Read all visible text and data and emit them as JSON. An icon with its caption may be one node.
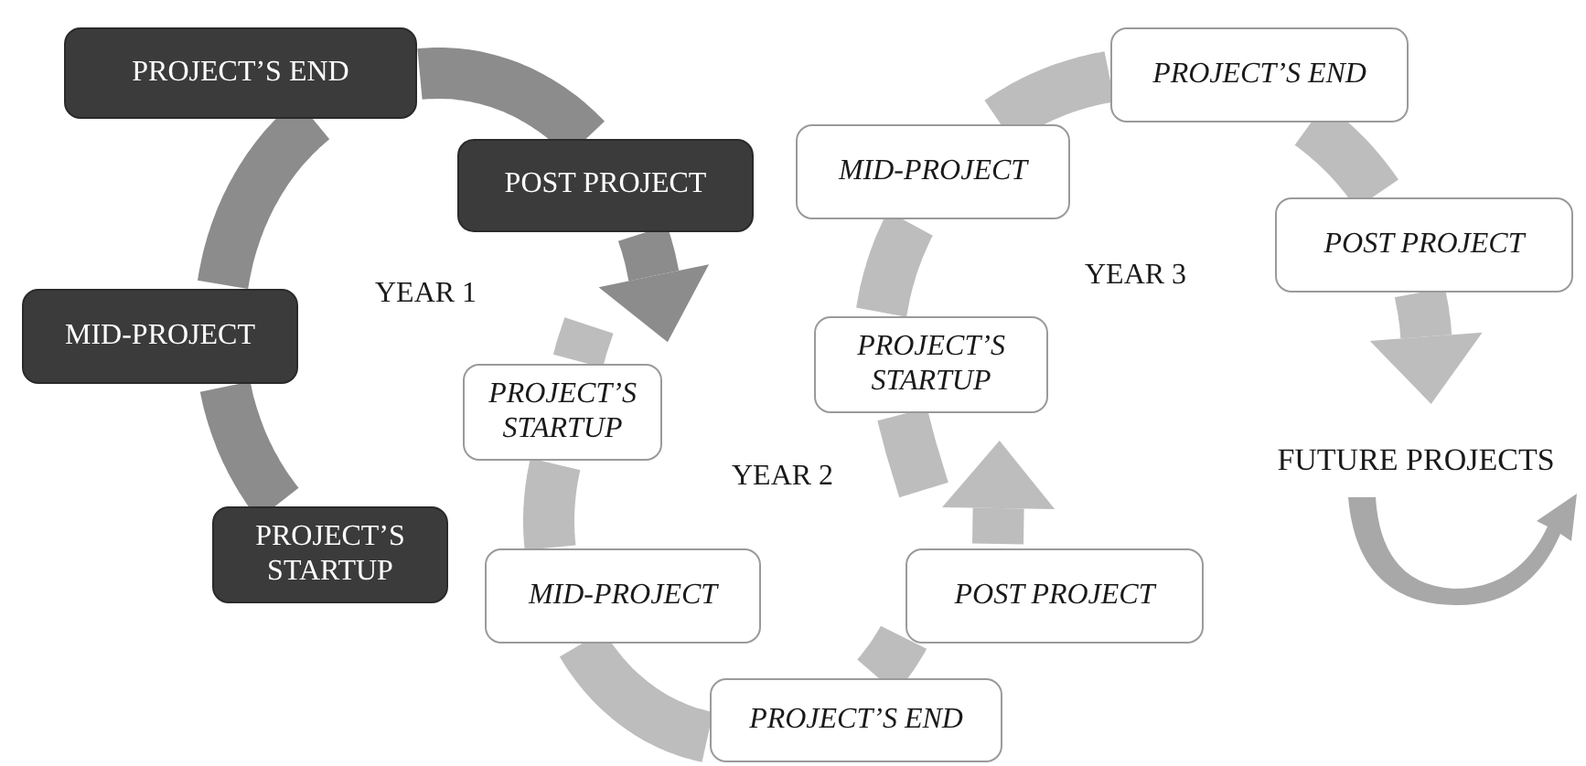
{
  "diagram": {
    "nodes": [
      {
        "text": [
          "PROJECT’S END"
        ]
      },
      {
        "text": [
          "POST PROJECT"
        ]
      },
      {
        "text": [
          "MID-PROJECT"
        ]
      },
      {
        "text": [
          "PROJECT’S STARTUP"
        ]
      },
      {
        "text": [
          "PROJECT’S STARTUP"
        ]
      },
      {
        "text": [
          "MID-PROJECT"
        ]
      },
      {
        "text": [
          "POST PROJECT"
        ]
      },
      {
        "text": [
          "PROJECT’S END"
        ]
      },
      {
        "text": [
          "PROJECT’S END"
        ]
      },
      {
        "text": [
          "MID-PROJECT"
        ]
      },
      {
        "text": [
          "POST PROJECT"
        ]
      },
      {
        "text": [
          "PROJECT’S STARTUP"
        ]
      },
      {
        "text": [
          "FUTURE PROJECTS"
        ]
      }
    ],
    "edges": [
      {
        "from": 3,
        "to": 2,
        "arrow": "none",
        "color": "#8c8c8c"
      },
      {
        "from": 2,
        "to": 0,
        "arrow": "none",
        "color": "#8c8c8c"
      },
      {
        "from": 0,
        "to": 1,
        "arrow": "none",
        "color": "#8c8c8c"
      },
      {
        "from": 1,
        "to": 4,
        "arrow": "to",
        "color": "#8c8c8c"
      },
      {
        "from": null,
        "to": 4,
        "arrow": "none"
      },
      {
        "from": 4,
        "to": 5,
        "arrow": "none"
      },
      {
        "from": 5,
        "to": 7,
        "arrow": "none"
      },
      {
        "from": 7,
        "to": 6,
        "arrow": "none"
      },
      {
        "from": 6,
        "to": 11,
        "arrow": "to"
      },
      {
        "from": null,
        "to": 11,
        "arrow": "none"
      },
      {
        "from": 11,
        "to": 9,
        "arrow": "none"
      },
      {
        "from": 9,
        "to": 8,
        "arrow": "none"
      },
      {
        "from": 8,
        "to": 10,
        "arrow": "none"
      },
      {
        "from": 10,
        "to": 12,
        "arrow": "to"
      }
    ],
    "labels": [
      "YEAR 1",
      "YEAR 2",
      "YEAR 3"
    ]
  }
}
